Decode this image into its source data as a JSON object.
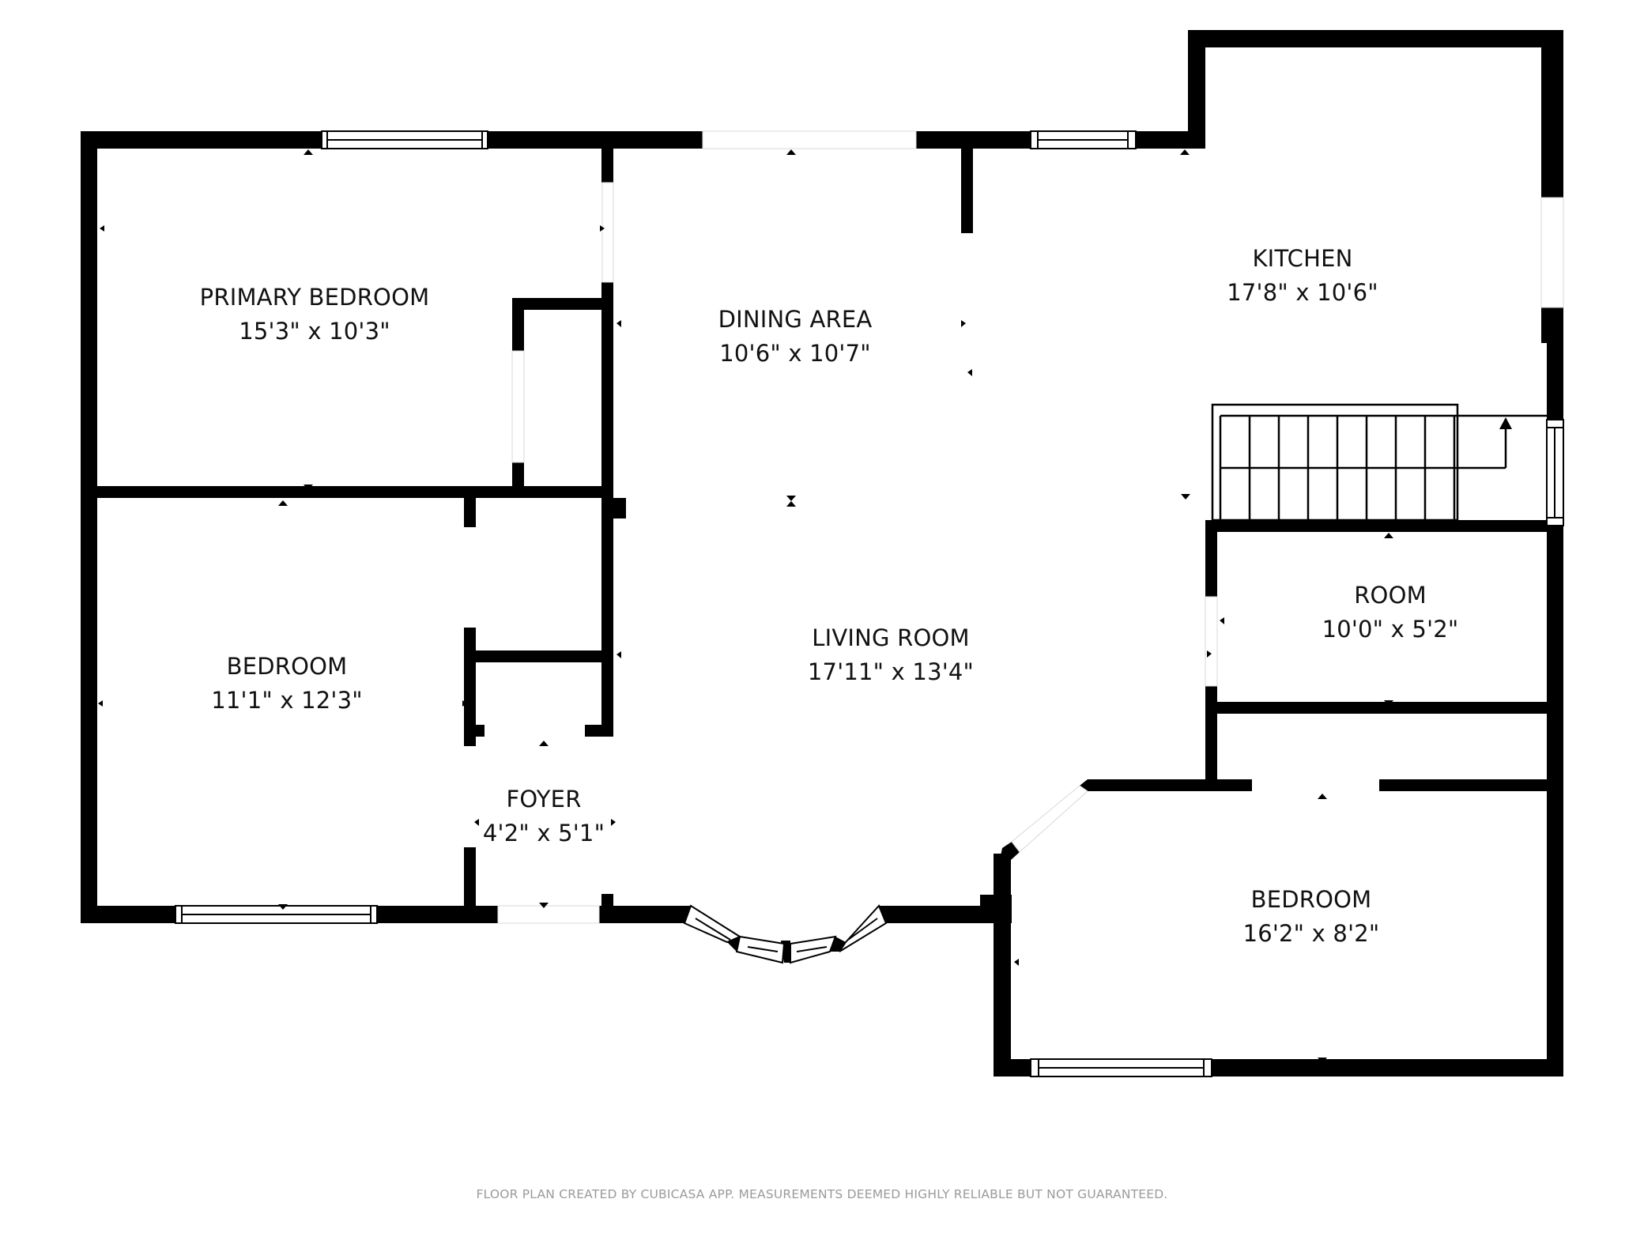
{
  "plan": {
    "rooms": [
      {
        "id": "primary-bedroom",
        "name": "PRIMARY BEDROOM",
        "dims": "15'3\" x 10'3\""
      },
      {
        "id": "bedroom-1",
        "name": "BEDROOM",
        "dims": "11'1\" x 12'3\""
      },
      {
        "id": "dining-area",
        "name": "DINING AREA",
        "dims": "10'6\" x 10'7\""
      },
      {
        "id": "kitchen",
        "name": "KITCHEN",
        "dims": "17'8\" x 10'6\""
      },
      {
        "id": "living-room",
        "name": "LIVING ROOM",
        "dims": "17'11\" x 13'4\""
      },
      {
        "id": "room",
        "name": "ROOM",
        "dims": "10'0\" x 5'2\""
      },
      {
        "id": "foyer",
        "name": "FOYER",
        "dims": "4'2\" x 5'1\""
      },
      {
        "id": "bedroom-2",
        "name": "BEDROOM",
        "dims": "16'2\" x 8'2\""
      }
    ],
    "colors": {
      "wall": "#000000",
      "background": "#ffffff",
      "footer_text": "#9a9a9a"
    }
  },
  "footer": {
    "disclaimer": "FLOOR PLAN CREATED BY CUBICASA APP. MEASUREMENTS DEEMED HIGHLY RELIABLE BUT NOT GUARANTEED."
  }
}
